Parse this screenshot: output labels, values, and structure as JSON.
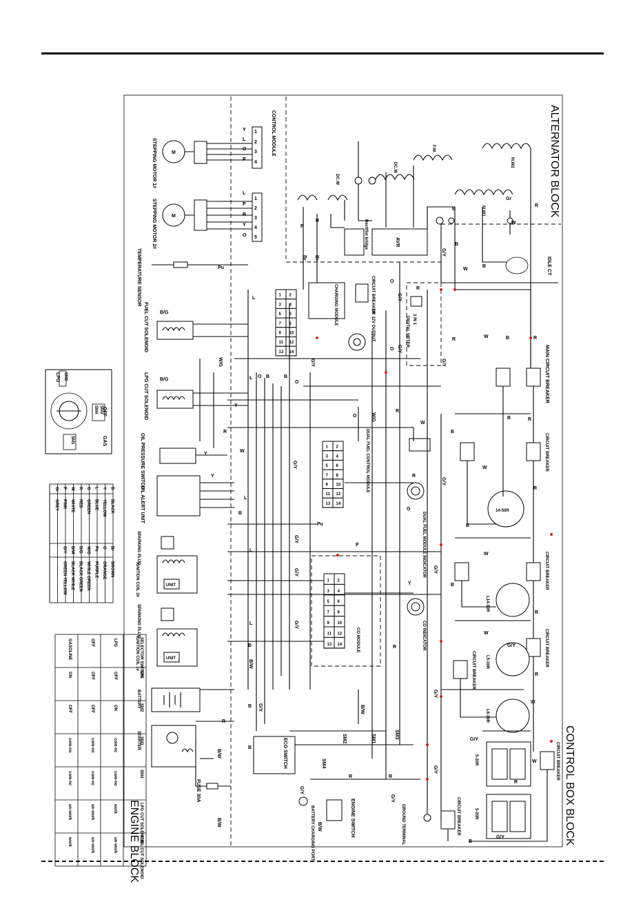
{
  "blocks": {
    "alternator": "ALTERNATOR BLOCK",
    "control_box": "CONTROL BOX BLOCK",
    "engine": "ENGINE BLOCK"
  },
  "labels": {
    "control_module": "CONTROL MODULE",
    "stepping_motor_1": "STEPPING MOTOR 1#",
    "stepping_motor_2": "STEPPING MOTOR 2#",
    "temperature_sensor": "TEMPERATURE SENSOR",
    "fuel_cut_solenoid": "FUEL CUT SOLENOID",
    "lpg_cut_solenoid": "LPG CUT SOLENOID",
    "oil_pressure_switch": "OIL PRESSURE SWITCH",
    "oil_alert_unit": "OIL ALERT UNIT",
    "sparking_plug": "SPARKING PLUG",
    "ignition_coil_2": "IGNITION COIL 2#",
    "ignition_coil_1": "IGNITION COIL 1#",
    "battery": "BATTERY",
    "starter": "STARTER",
    "fuse": "FUSE 30A",
    "charging_module": "CHARGING MODULE",
    "circuit_breaker": "CIRCUIT BREAKER",
    "dc_output": "DC 12V OUTPUT",
    "digital_meter": "DIGITAL METER",
    "three_in_one": "3 IN 1",
    "rectifier": "Rectifier bridge",
    "avr": "AVR",
    "idle_ct": "IDLE CT",
    "main_breaker": "MAIN CIRCUIT BREAKER",
    "dual_fuel_module": "DUAL FUEL CONTROL MODULE",
    "dual_fuel_indicator": "DUAL FUEL MODULE INDICATOR",
    "co_indicator": "CO INDICATOR",
    "co_module": "CO MODULE",
    "eco_switch": "ECO SWITCH",
    "engine_switch": "ENGINE SWITCH",
    "battery_port": "BATTERY CHARGING PORT",
    "ground": "GROUND TERMINAL",
    "sm1": "SM1",
    "sm2": "SM2",
    "sm3": "SM3",
    "sm4": "SM4",
    "unit": "UNIT",
    "coil_mw": "M.W",
    "coil_mw1": "M.W1",
    "coil_mw2": "M.W2",
    "coil_fw": "F.W",
    "coil_dcw": "DC.W",
    "coil_dcw2": "DC.W"
  },
  "outlets": {
    "o_14_50r": "14-50R",
    "o_l14_30r": "L14-30R",
    "o_l5_30r": "L5-30R",
    "o_tt_30r": "L6-30R",
    "o_5_20r_a": "5-20R",
    "o_5_20r_b": "5-20R"
  },
  "selector": {
    "off": "OFF",
    "gas": "GAS",
    "lpg": "LPG",
    "sm3": "SM3",
    "sm4": "SM4",
    "sm1": "SM1",
    "sm2": "SM2"
  },
  "color_legend": [
    [
      "B",
      "BLACK",
      "Br",
      "BROWN"
    ],
    [
      "Y",
      "YELLOW",
      "O",
      "ORANGE"
    ],
    [
      "L",
      "BLUE",
      "Pu",
      "PURPLE"
    ],
    [
      "G",
      "GREEN",
      "W/G",
      "WHILE GREEN"
    ],
    [
      "R",
      "RED",
      "B/G",
      "BLACK GREEN"
    ],
    [
      "W",
      "WHITE",
      "B/W",
      "BLACK WHILE"
    ],
    [
      "P",
      "PINK",
      "G/Y",
      "GREEN YELLOW"
    ],
    [
      "Gr",
      "GREY",
      "",
      ""
    ]
  ],
  "switch_table": {
    "headers": [
      "SELECTOR SWITCH",
      "SM1",
      "SM2",
      "SM3",
      "SM4",
      "LPG CUT SOLENOID",
      "FUEL CUT SOLENOID"
    ],
    "rows": [
      [
        "LPG",
        "OFF",
        "ON",
        "com-nc",
        "com-no",
        "work",
        "un-work"
      ],
      [
        "OFF",
        "OFF",
        "OFF",
        "com-no",
        "com-nc",
        "un-work",
        "un-work"
      ],
      [
        "GASOLINE",
        "ON",
        "OFF",
        "com-no",
        "com-nc",
        "un-work",
        "work"
      ]
    ]
  },
  "control_module_pins": [
    "1",
    "2",
    "3",
    "4",
    "5"
  ],
  "cm1_wires": [
    "Y",
    "L",
    "O",
    "P"
  ],
  "cm2_wires": [
    "L",
    "P",
    "R",
    "Y",
    "O"
  ],
  "charging_pins": [
    "2",
    "4",
    "6",
    "8",
    "10",
    "12",
    "14",
    "1",
    "3",
    "5",
    "7",
    "9",
    "11",
    "13"
  ],
  "dual_pins": [
    "2",
    "4",
    "6",
    "8",
    "10",
    "12",
    "14",
    "1",
    "3",
    "5",
    "7",
    "9",
    "11",
    "13"
  ],
  "co_pins": [
    "2",
    "4",
    "6",
    "8",
    "10",
    "12",
    "14",
    "1",
    "3",
    "5",
    "7",
    "9",
    "11",
    "13"
  ],
  "wire_labels": {
    "r": "R",
    "w": "W",
    "b": "B",
    "gy": "G/Y",
    "y": "Y",
    "o": "O",
    "l": "L",
    "p": "P",
    "pu": "Pu",
    "bg": "B/G",
    "wg": "W/G",
    "bw": "B/W",
    "br": "Br",
    "gr": "Gr",
    "g": "G"
  }
}
